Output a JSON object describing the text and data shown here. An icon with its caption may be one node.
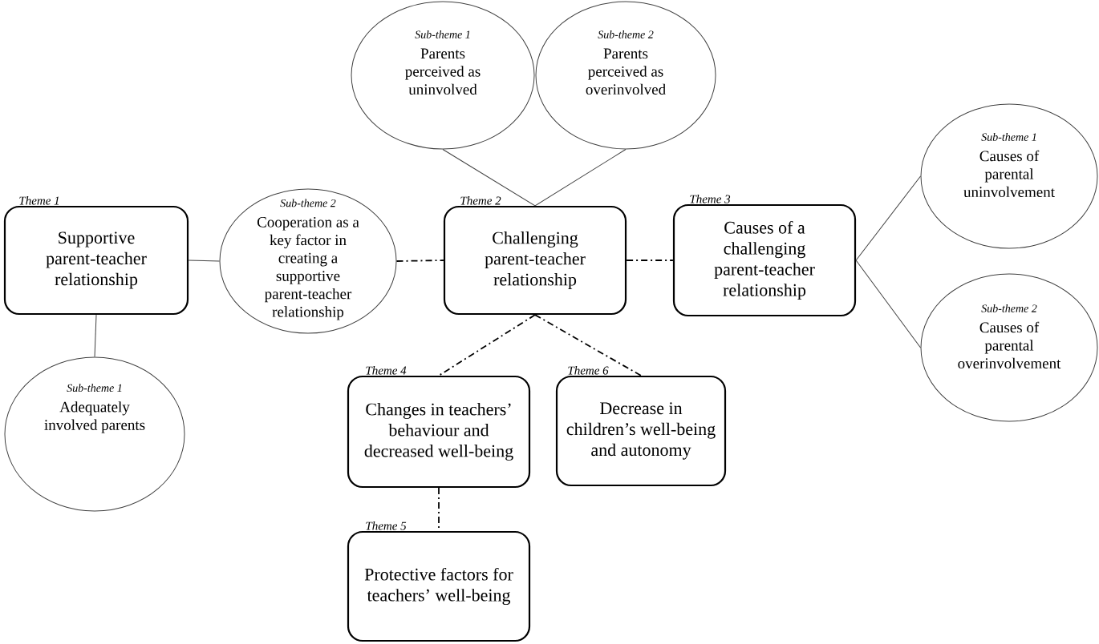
{
  "diagram": {
    "nodes": [
      {
        "text": [
          "Theme 1",
          "Supportive parent-teacher relationship"
        ]
      },
      {
        "text": [
          "Sub-theme 1",
          "Adequately involved parents"
        ]
      },
      {
        "text": [
          "Sub-theme 2",
          "Cooperation as a key factor in creating a supportive parent-teacher relationship"
        ]
      },
      {
        "text": [
          "Theme 2",
          "Challenging parent-teacher relationship"
        ]
      },
      {
        "text": [
          "Sub-theme 1",
          "Parents perceived as uninvolved"
        ]
      },
      {
        "text": [
          "Sub-theme 2",
          "Parents perceived as overinvolved"
        ]
      },
      {
        "text": [
          "Theme 3",
          "Causes of a challenging parent-teacher relationship"
        ]
      },
      {
        "text": [
          "Sub-theme 1",
          "Causes of parental uninvolvement"
        ]
      },
      {
        "text": [
          "Sub-theme 2",
          "Causes of parental overinvolvement"
        ]
      },
      {
        "text": [
          "Theme 4",
          "Changes in teachers’ behaviour and decreased well-being"
        ]
      },
      {
        "text": [
          "Theme 5",
          "Protective factors for teachers’ well-being"
        ]
      },
      {
        "text": [
          "Theme 6",
          "Decrease in children’s well-being and autonomy"
        ]
      }
    ],
    "edges": [
      {
        "from": 0,
        "to": 2,
        "arrow": "none"
      },
      {
        "from": 0,
        "to": 1,
        "arrow": "none"
      },
      {
        "from": 2,
        "to": 3,
        "arrow": "none",
        "style": "dashed"
      },
      {
        "from": 3,
        "to": 4,
        "arrow": "none"
      },
      {
        "from": 3,
        "to": 5,
        "arrow": "none"
      },
      {
        "from": 3,
        "to": 6,
        "arrow": "none",
        "style": "dashed"
      },
      {
        "from": 6,
        "to": 7,
        "arrow": "none"
      },
      {
        "from": 6,
        "to": 8,
        "arrow": "none"
      },
      {
        "from": 3,
        "to": 9,
        "arrow": "none",
        "style": "dashed"
      },
      {
        "from": 3,
        "to": 11,
        "arrow": "none",
        "style": "dashed"
      },
      {
        "from": 9,
        "to": 10,
        "arrow": "none",
        "style": "dashed"
      }
    ]
  }
}
